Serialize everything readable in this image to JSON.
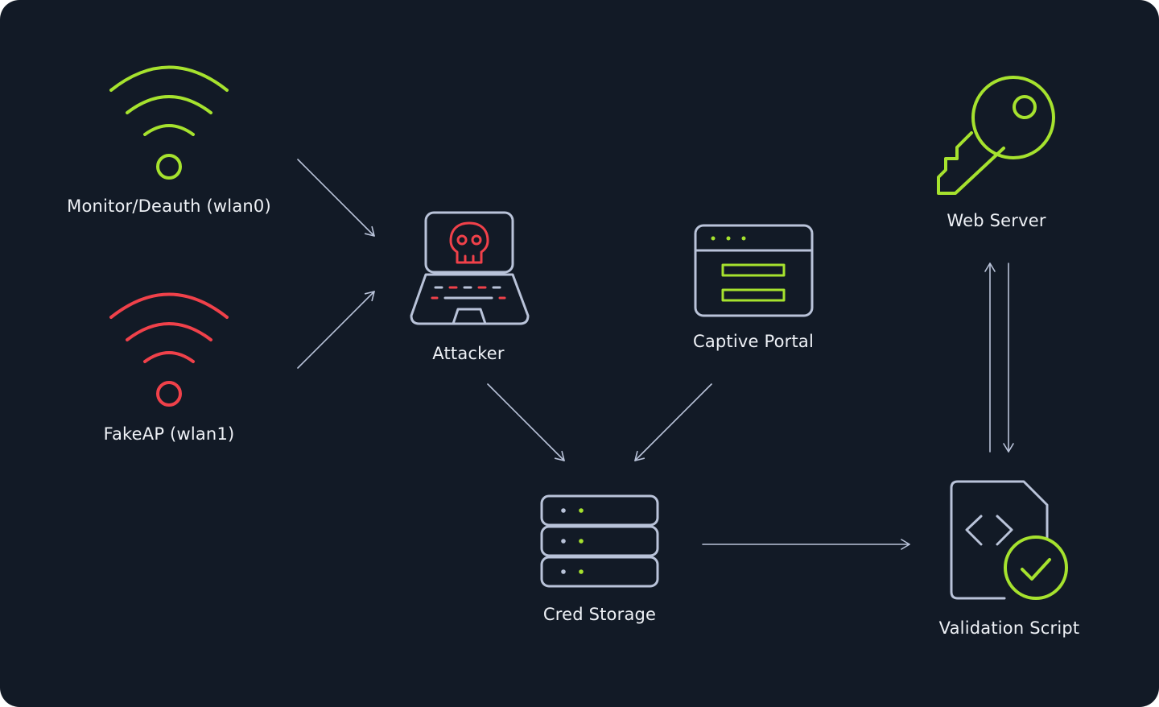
{
  "colors": {
    "background": "#121a26",
    "stroke_neutral": "#b9c3d9",
    "accent_green": "#a6e22e",
    "accent_red": "#f0414a",
    "text": "#eef1f6"
  },
  "nodes": {
    "monitor": {
      "label": "Monitor/Deauth (wlan0)",
      "icon": "wifi-icon",
      "color": "#a6e22e"
    },
    "fakeap": {
      "label": "FakeAP (wlan1)",
      "icon": "wifi-icon",
      "color": "#f0414a"
    },
    "attacker": {
      "label": "Attacker",
      "icon": "laptop-skull-icon"
    },
    "portal": {
      "label": "Captive Portal",
      "icon": "browser-window-icon"
    },
    "webserver": {
      "label": "Web Server",
      "icon": "key-icon"
    },
    "storage": {
      "label": "Cred Storage",
      "icon": "server-stack-icon"
    },
    "validation": {
      "label": "Validation Script",
      "icon": "code-file-check-icon"
    }
  },
  "edges": [
    {
      "from": "monitor",
      "to": "attacker"
    },
    {
      "from": "fakeap",
      "to": "attacker"
    },
    {
      "from": "attacker",
      "to": "storage"
    },
    {
      "from": "portal",
      "to": "storage"
    },
    {
      "from": "storage",
      "to": "validation"
    },
    {
      "from": "validation",
      "to": "webserver"
    },
    {
      "from": "webserver",
      "to": "validation"
    }
  ]
}
